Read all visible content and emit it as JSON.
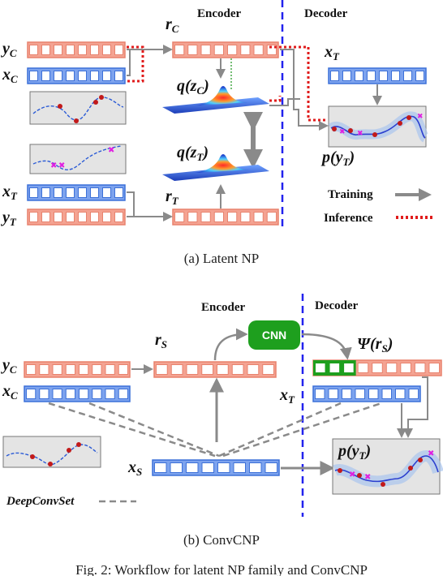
{
  "panel_a": {
    "encoder": "Encoder",
    "decoder": "Decoder",
    "y_c": {
      "base": "y",
      "sub": "C"
    },
    "x_c": {
      "base": "x",
      "sub": "C"
    },
    "x_t": {
      "base": "x",
      "sub": "T"
    },
    "y_t": {
      "base": "y",
      "sub": "T"
    },
    "x_t_dec": {
      "base": "x",
      "sub": "T"
    },
    "r_c": {
      "base": "r",
      "sub": "C"
    },
    "r_t": {
      "base": "r",
      "sub": "T"
    },
    "q_zc": {
      "pre": "q(z",
      "sub": "C",
      "post": ")"
    },
    "q_zt": {
      "pre": "q(z",
      "sub": "T",
      "post": ")"
    },
    "p_yt": {
      "pre": "p(y",
      "sub": "T",
      "post": ")"
    },
    "legend_training": "Training",
    "legend_inference": "Inference",
    "caption": "(a)  Latent NP"
  },
  "panel_b": {
    "encoder": "Encoder",
    "decoder": "Decoder",
    "y_c": {
      "base": "y",
      "sub": "C"
    },
    "x_c": {
      "base": "x",
      "sub": "C"
    },
    "r_s": {
      "base": "r",
      "sub": "S"
    },
    "x_s": {
      "base": "x",
      "sub": "S"
    },
    "x_t": {
      "base": "x",
      "sub": "T"
    },
    "psi": {
      "pre": "Ψ(r",
      "sub": "S",
      "post": ")"
    },
    "p_yt": {
      "pre": "p(y",
      "sub": "T",
      "post": ")"
    },
    "cnn": "CNN",
    "deepconvset": "DeepConvSet",
    "caption": "(b)  ConvCNP"
  },
  "figure_caption": "Fig. 2:  Workflow for latent NP family and ConvCNP",
  "colors": {
    "orange": "#f4a392",
    "orange_edge": "#e8826d",
    "blue": "#7da3ee",
    "blue_edge": "#3c70d8",
    "green": "#1e9f1e",
    "dashed_blue": "#2222ee",
    "dotted_red": "#e01b1b",
    "arrow_gray": "#8a8a8a",
    "plot_bg": "#e4e4e4"
  }
}
